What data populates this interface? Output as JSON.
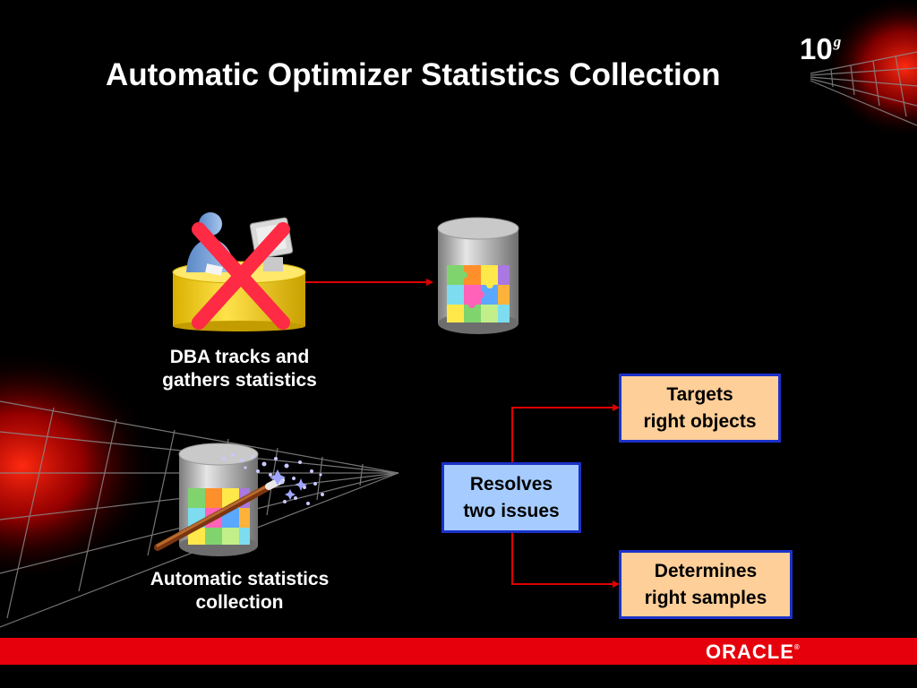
{
  "slide": {
    "title": "Automatic Optimizer Statistics Collection",
    "version": {
      "number": "10",
      "suffix": "g"
    },
    "footer_logo": "ORACLE",
    "footer_logo_mark": "®"
  },
  "diagram": {
    "manual": {
      "caption_lines": [
        "DBA tracks and",
        "gathers statistics"
      ]
    },
    "automatic": {
      "caption_lines": [
        "Automatic statistics",
        "collection"
      ]
    },
    "center_box": {
      "lines": [
        "Resolves",
        "two issues"
      ]
    },
    "top_box": {
      "lines": [
        "Targets",
        "right objects"
      ]
    },
    "bottom_box": {
      "lines": [
        "Determines",
        "right samples"
      ]
    }
  },
  "colors": {
    "background": "#000000",
    "accent_red": "#e6000b",
    "connector_red": "#e00000",
    "box_border_blue": "#1c31c8",
    "peach_box": "#ffcf99",
    "blue_box": "#a6ccff",
    "cross_red": "#ff2a44",
    "yellow_cylinder": "#f5d000"
  },
  "icons": [
    "dba-workstation-icon",
    "red-cross-icon",
    "database-icon",
    "magic-wand-icon",
    "sparkles-icon"
  ]
}
